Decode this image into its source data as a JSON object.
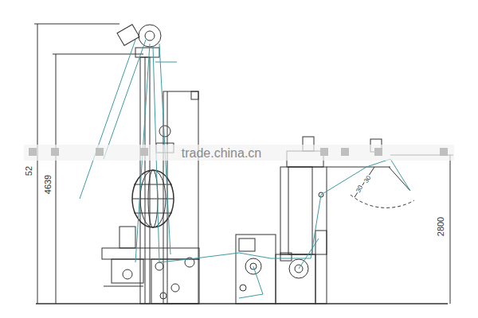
{
  "diagram": {
    "labels": [
      "52",
      "4639",
      "2800",
      "trade.china.cn",
      "30",
      "30"
    ]
  }
}
